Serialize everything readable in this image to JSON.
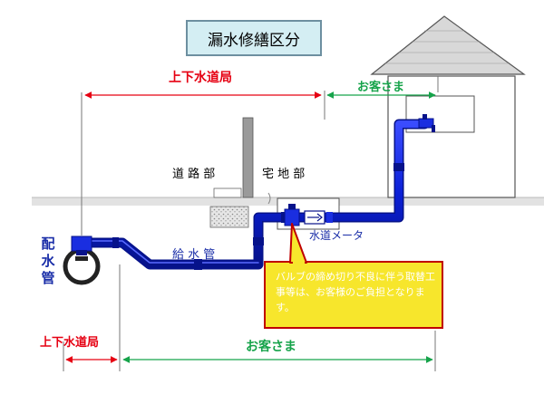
{
  "title": "漏水修繕区分",
  "top_zone": {
    "bureau_label": "上下水道局",
    "customer_label": "お客さま"
  },
  "area_labels": {
    "road": "道 路 部",
    "residential": "宅 地 部"
  },
  "main_pipe_label": "配水管",
  "supply_pipe_label": "給 水 管",
  "meter_label": "水道メータ",
  "callout": "バルブの締め切り不良に伴う取替工事等は、お客様のご負担となります。",
  "bottom_zone": {
    "bureau_label": "上下水道局",
    "customer_label": "お客さま"
  },
  "colors": {
    "bureau": "#e60012",
    "customer": "#16a34a",
    "pipe": "#0a1fd6",
    "callout_fill": "#f7e62c",
    "callout_border": "#c00000"
  }
}
